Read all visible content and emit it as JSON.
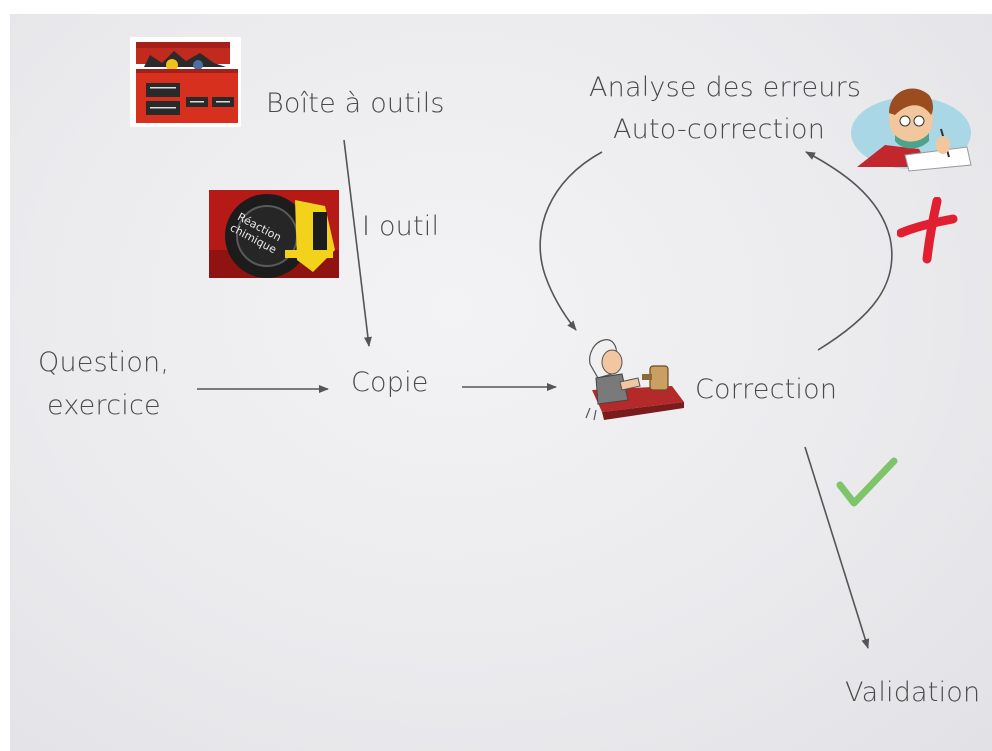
{
  "nodes": {
    "toolbox": "Boîte à outils",
    "one_tool": "I outil",
    "question_line1": "Question,",
    "question_line2": "exercice",
    "copy": "Copie",
    "correction": "Correction",
    "analysis_line1": "Analyse des erreurs",
    "analysis_line2": "Auto-correction",
    "validation": "Validation"
  },
  "tape_measure_text": [
    "Réaction",
    "chimique"
  ],
  "colors": {
    "text": "#4a4a4a",
    "arrow": "#555555",
    "cross": "#e02030",
    "check": "#7ec46a",
    "toolbox": "#d7301f",
    "tape": "#f2d21a"
  },
  "icons": {
    "toolbox_image": "toolbox-icon",
    "tape_image": "tape-measure-icon",
    "teacher_image": "judge-teacher-icon",
    "student_image": "student-writing-icon",
    "wrong_mark": "red-cross-icon",
    "right_mark": "green-check-icon"
  }
}
